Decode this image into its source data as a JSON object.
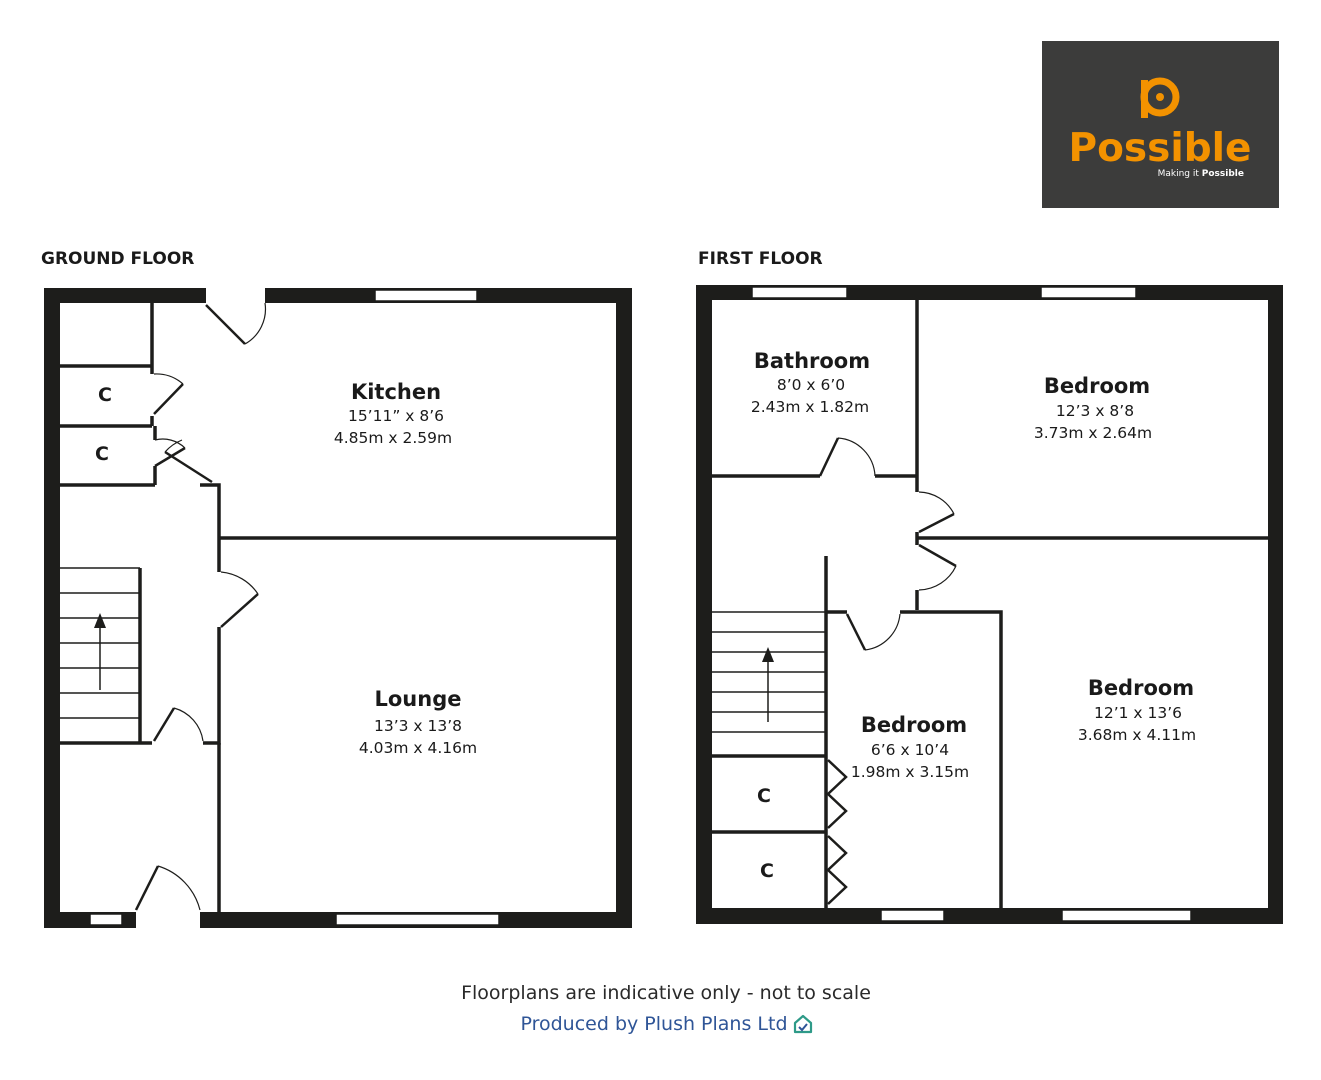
{
  "logo": {
    "brand": "Possible",
    "tagline_prefix": "Making it ",
    "tagline_bold": "Possible",
    "background_color": "#3c3c3b",
    "accent_color": "#f39200"
  },
  "ground_floor": {
    "title": "GROUND FLOOR",
    "rooms": {
      "kitchen": {
        "name": "Kitchen",
        "imperial": "15’11” x 8’6",
        "metric": "4.85m x 2.59m"
      },
      "lounge": {
        "name": "Lounge",
        "imperial": "13’3 x 13’8",
        "metric": "4.03m x 4.16m"
      }
    },
    "cupboards": [
      "C",
      "C"
    ]
  },
  "first_floor": {
    "title": "FIRST FLOOR",
    "rooms": {
      "bathroom": {
        "name": "Bathroom",
        "imperial": "8’0 x 6’0",
        "metric": "2.43m x 1.82m"
      },
      "bedroom_front": {
        "name": "Bedroom",
        "imperial": "12’3 x 8’8",
        "metric": "3.73m x 2.64m"
      },
      "bedroom_large": {
        "name": "Bedroom",
        "imperial": "12’1 x 13’6",
        "metric": "3.68m x 4.11m"
      },
      "bedroom_small": {
        "name": "Bedroom",
        "imperial": "6’6 x 10’4",
        "metric": "1.98m x 3.15m"
      }
    },
    "cupboards": [
      "C",
      "C"
    ]
  },
  "footer": {
    "note": "Floorplans are indicative only - not to scale",
    "credit": "Produced by Plush Plans Ltd"
  }
}
